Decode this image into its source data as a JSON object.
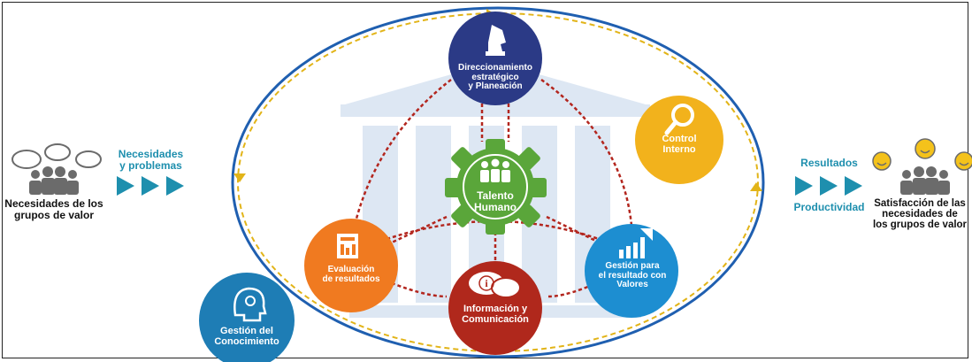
{
  "left": {
    "flow_label": "Necesidades\ny problemas",
    "group_label": "Necesidades de los\ngrupos de valor"
  },
  "right": {
    "flow_top": "Resultados",
    "flow_bottom": "Productividad",
    "group_label": "Satisfacción de las\nnecesidades de\nlos grupos de valor"
  },
  "center": {
    "label": "Talento\nHumano",
    "color": "#5aa63a"
  },
  "nodes": {
    "direccionamiento": {
      "label": "Direccionamiento\nestratégico\ny Planeación",
      "color": "#2b3a86",
      "icon": "chess-knight-icon"
    },
    "control": {
      "label": "Control\nInterno",
      "color": "#f2b21c",
      "icon": "magnifier-icon"
    },
    "gestion_resultado": {
      "label": "Gestión para\nel resultado con\nValores",
      "color": "#1d8ed1",
      "icon": "growth-chart-icon"
    },
    "informacion": {
      "label": "Información y\nComunicación",
      "color": "#b0281c",
      "icon": "speech-bubbles-icon"
    },
    "evaluacion": {
      "label": "Evaluación\nde resultados",
      "color": "#f07a20",
      "icon": "report-chart-icon"
    },
    "conocimiento": {
      "label": "Gestión del\nConocimiento",
      "color": "#1e7db5",
      "icon": "head-gears-icon"
    }
  },
  "colors": {
    "ring_blue": "#1f5fb0",
    "ring_dashed": "#e2b418",
    "links": "#b3261e",
    "building": "#dde7f3",
    "people": "#6b6b6b",
    "arrows": "#1e8fae"
  }
}
